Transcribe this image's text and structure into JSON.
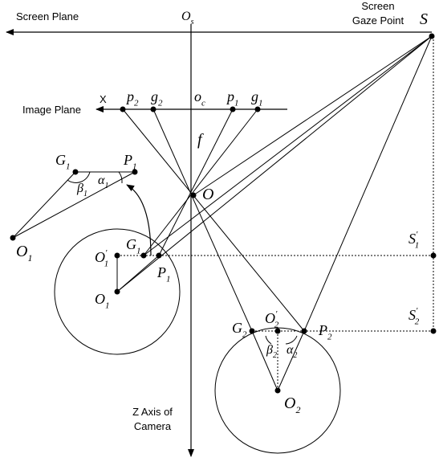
{
  "labels": {
    "screen_plane": "Screen Plane",
    "screen_line1": "Screen",
    "screen_line2": "Gaze Point",
    "image_plane": "Image Plane",
    "x_axis": "X",
    "z_axis_line1": "Z Axis of",
    "z_axis_line2": "Camera"
  },
  "symbols": {
    "S": {
      "base": "S",
      "sub": "",
      "sup": ""
    },
    "O_s": {
      "base": "O",
      "sub": "s",
      "sup": ""
    },
    "p2": {
      "base": "p",
      "sub": "2",
      "sup": ""
    },
    "g2": {
      "base": "g",
      "sub": "2",
      "sup": ""
    },
    "O_c": {
      "base": "o",
      "sub": "c",
      "sup": ""
    },
    "p1": {
      "base": "p",
      "sub": "1",
      "sup": ""
    },
    "g1": {
      "base": "g",
      "sub": "1",
      "sup": ""
    },
    "f": {
      "base": "f",
      "sub": "",
      "sup": ""
    },
    "O": {
      "base": "O",
      "sub": "",
      "sup": ""
    },
    "G1_inset": {
      "base": "G",
      "sub": "1",
      "sup": ""
    },
    "P1_inset": {
      "base": "P",
      "sub": "1",
      "sup": ""
    },
    "alpha1": {
      "base": "α",
      "sub": "1",
      "sup": ""
    },
    "beta1": {
      "base": "β",
      "sub": "1",
      "sup": ""
    },
    "O1_inset": {
      "base": "O",
      "sub": "1",
      "sup": ""
    },
    "O1prime": {
      "base": "O",
      "sub": "1",
      "sup": "'"
    },
    "G1": {
      "base": "G",
      "sub": "1",
      "sup": ""
    },
    "P1": {
      "base": "P",
      "sub": "1",
      "sup": ""
    },
    "O1": {
      "base": "O",
      "sub": "1",
      "sup": ""
    },
    "S1prime": {
      "base": "S",
      "sub": "1",
      "sup": "'"
    },
    "S2prime": {
      "base": "S",
      "sub": "2",
      "sup": "'"
    },
    "G2": {
      "base": "G",
      "sub": "2",
      "sup": ""
    },
    "O2prime": {
      "base": "O",
      "sub": "2",
      "sup": "'"
    },
    "P2": {
      "base": "P",
      "sub": "2",
      "sup": ""
    },
    "beta2": {
      "base": "β",
      "sub": "2",
      "sup": ""
    },
    "alpha2": {
      "base": "α",
      "sub": "2",
      "sup": ""
    },
    "O2": {
      "base": "O",
      "sub": "2",
      "sup": ""
    }
  },
  "colors": {
    "stroke": "#000000",
    "background": "#ffffff"
  }
}
